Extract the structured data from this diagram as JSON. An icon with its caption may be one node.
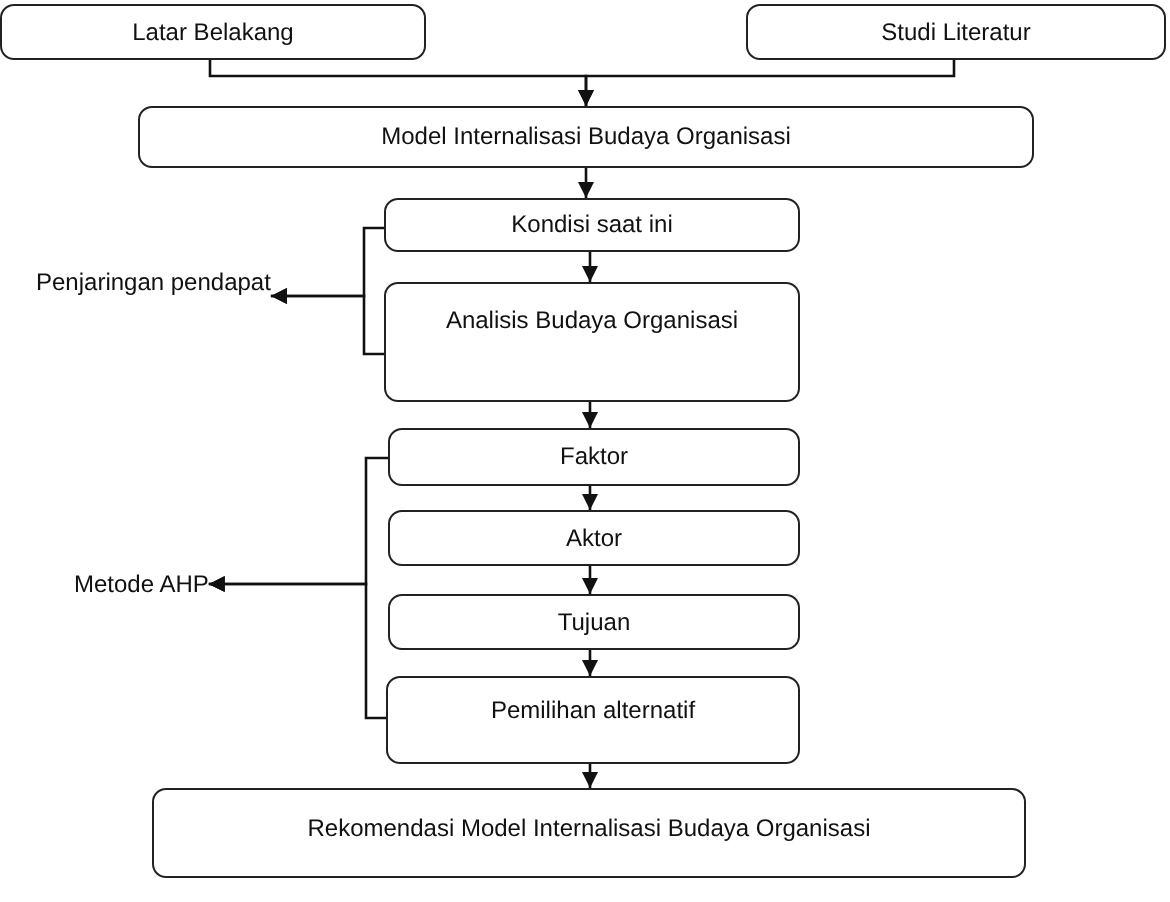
{
  "diagram": {
    "nodes": [
      {
        "text": [
          "Latar Belakang"
        ]
      },
      {
        "text": [
          "Studi Literatur"
        ]
      },
      {
        "text": [
          "Model Internalisasi Budaya Organisasi"
        ]
      },
      {
        "text": [
          "Kondisi saat ini"
        ]
      },
      {
        "text": [
          "Analisis Budaya Organisasi"
        ]
      },
      {
        "text": [
          "Faktor"
        ]
      },
      {
        "text": [
          "Aktor"
        ]
      },
      {
        "text": [
          "Tujuan"
        ]
      },
      {
        "text": [
          "Pemilihan alternatif"
        ]
      },
      {
        "text": [
          "Rekomendasi Model Internalisasi Budaya Organisasi"
        ]
      },
      {
        "text": [
          "Penjaringan pendapat"
        ]
      },
      {
        "text": [
          "Metode AHP"
        ]
      }
    ],
    "edges": [
      {
        "from": 0,
        "to": 2,
        "arrow": "to"
      },
      {
        "from": 1,
        "to": 2,
        "arrow": "to"
      },
      {
        "from": 2,
        "to": 3,
        "arrow": "to"
      },
      {
        "from": 3,
        "to": 4,
        "arrow": "to"
      },
      {
        "from": 4,
        "to": 5,
        "arrow": "to"
      },
      {
        "from": 5,
        "to": 6,
        "arrow": "to"
      },
      {
        "from": 6,
        "to": 7,
        "arrow": "to"
      },
      {
        "from": 7,
        "to": 8,
        "arrow": "to"
      },
      {
        "from": 8,
        "to": 9,
        "arrow": "to"
      },
      {
        "from": 3,
        "to": 10,
        "arrow": "to"
      },
      {
        "from": 4,
        "to": 10,
        "arrow": "to"
      },
      {
        "from": 5,
        "to": 11,
        "arrow": "to"
      },
      {
        "from": 8,
        "to": 11,
        "arrow": "to"
      }
    ]
  }
}
